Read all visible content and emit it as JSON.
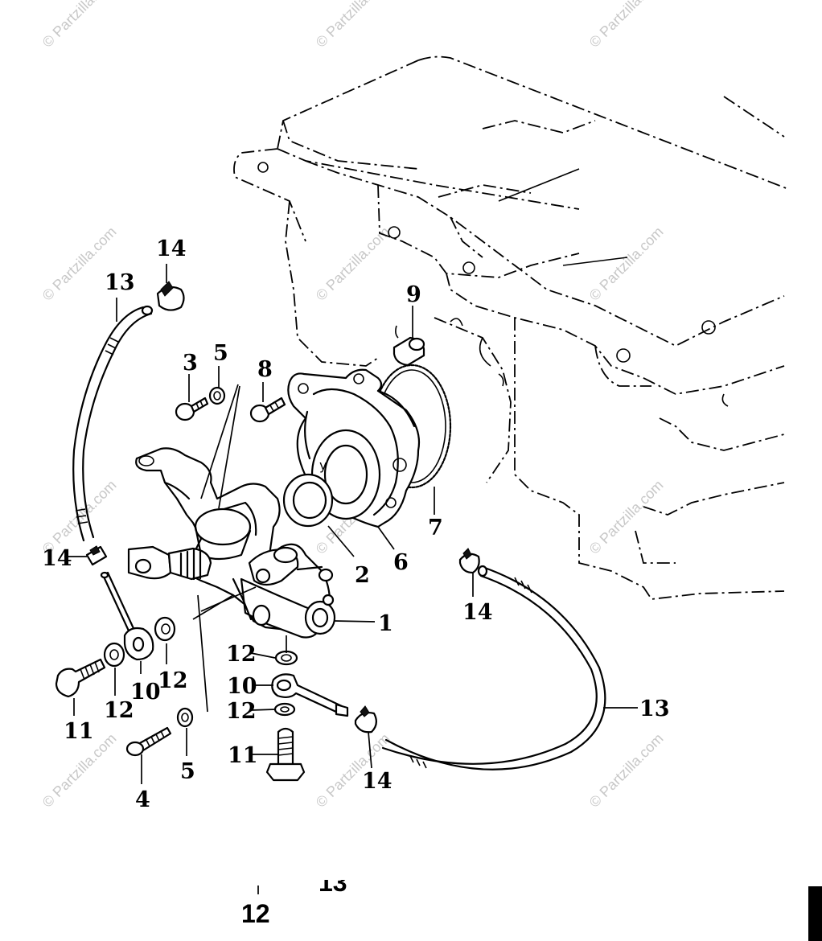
{
  "diagram": {
    "callouts": [
      {
        "id": "c1",
        "text": "1"
      },
      {
        "id": "c2",
        "text": "2"
      },
      {
        "id": "c3",
        "text": "3"
      },
      {
        "id": "c4",
        "text": "4"
      },
      {
        "id": "c5a",
        "text": "5"
      },
      {
        "id": "c5b",
        "text": "5"
      },
      {
        "id": "c6",
        "text": "6"
      },
      {
        "id": "c7",
        "text": "7"
      },
      {
        "id": "c8",
        "text": "8"
      },
      {
        "id": "c9",
        "text": "9"
      },
      {
        "id": "c10a",
        "text": "10"
      },
      {
        "id": "c10b",
        "text": "10"
      },
      {
        "id": "c11a",
        "text": "11"
      },
      {
        "id": "c11b",
        "text": "11"
      },
      {
        "id": "c12a",
        "text": "12"
      },
      {
        "id": "c12b",
        "text": "12"
      },
      {
        "id": "c12c",
        "text": "12"
      },
      {
        "id": "c12d",
        "text": "12"
      },
      {
        "id": "c13a",
        "text": "13"
      },
      {
        "id": "c13b",
        "text": "13"
      },
      {
        "id": "c14a",
        "text": "14"
      },
      {
        "id": "c14b",
        "text": "14"
      },
      {
        "id": "c14c",
        "text": "14"
      },
      {
        "id": "c14d",
        "text": "14"
      }
    ],
    "watermark": "© Partzilla.com",
    "footer": {
      "label": "12",
      "partial_label": "13"
    },
    "colors": {
      "ink": "#000000",
      "watermark": "#c8c8c8",
      "background": "#ffffff"
    }
  }
}
